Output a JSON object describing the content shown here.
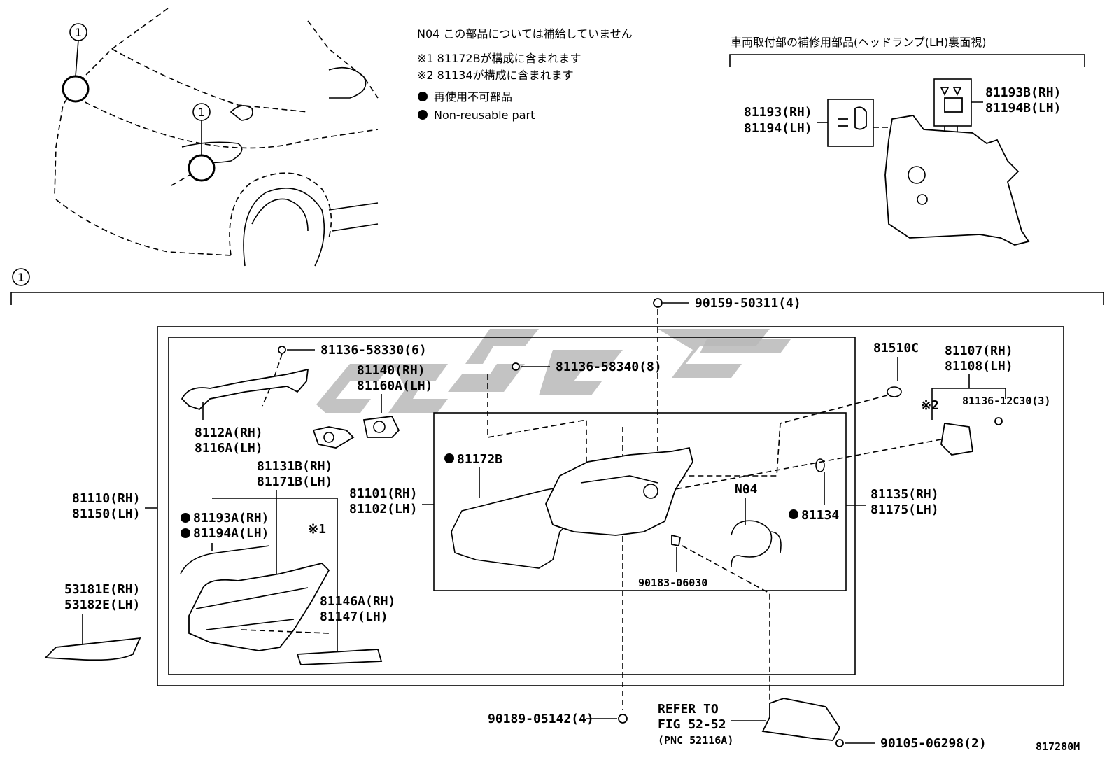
{
  "notes": {
    "n04": "N04 この部品については補給していません",
    "x1": "※1 81172Bが構成に含まれます",
    "x2": "※2 81134が構成に含まれます",
    "nonreuse_jp": "再使用不可部品",
    "nonreuse_en": "Non-reusable part"
  },
  "callout_circle": "1",
  "repair_section": {
    "title": "車両取付部の補修用部品(ヘッドランプ(LH)裏面視)",
    "left_rh": "81193(RH)",
    "left_lh": "81194(LH)",
    "right_rh": "81193B(RH)",
    "right_lh": "81194B(LH)"
  },
  "labels": {
    "p90159": "90159-50311(4)",
    "p81136_58330": "81136-58330(6)",
    "p81140": "81140(RH)",
    "p81160A": "81160A(LH)",
    "p81136_58340": "81136-58340(8)",
    "p81510C": "81510C",
    "p81107": "81107(RH)",
    "p81108": "81108(LH)",
    "x2mark": "※2",
    "p81136_12C30": "81136-12C30(3)",
    "p8112A": "8112A(RH)",
    "p8116A": "8116A(LH)",
    "p81172B": "81172B",
    "p81131B": "81131B(RH)",
    "p81171B": "81171B(LH)",
    "p81110": "81110(RH)",
    "p81150": "81150(LH)",
    "p81101": "81101(RH)",
    "p81102": "81102(LH)",
    "p81193A": "81193A(RH)",
    "p81194A": "81194A(LH)",
    "x1mark": "※1",
    "pN04": "N04",
    "p81134": "81134",
    "p81135": "81135(RH)",
    "p81175": "81175(LH)",
    "p90183": "90183-06030",
    "p53181E": "53181E(RH)",
    "p53182E": "53182E(LH)",
    "p81146A": "81146A(RH)",
    "p81147": "81147(LH)",
    "p90189": "90189-05142(4)",
    "refer1": "REFER TO",
    "refer2": "FIG 52-52",
    "refer3": "(PNC 52116A)",
    "p90105": "90105-06298(2)",
    "figno": "817280M"
  }
}
